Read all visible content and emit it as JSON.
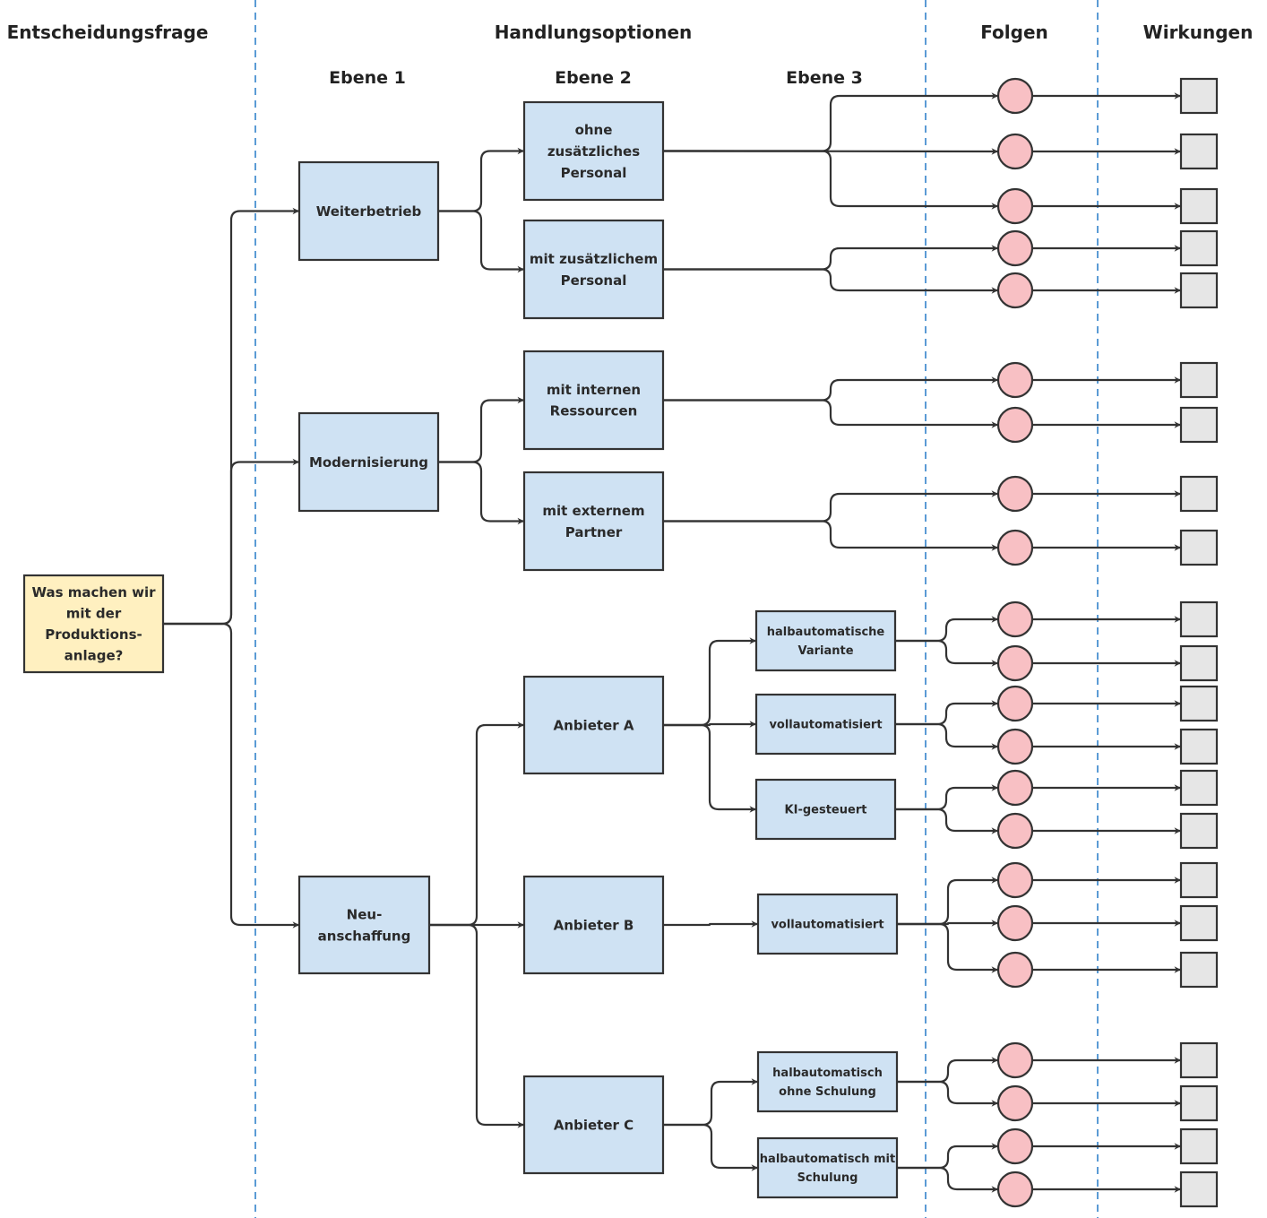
{
  "headers": {
    "question": "Entscheidungsfrage",
    "options": "Handlungsoptionen",
    "consequences": "Folgen",
    "effects": "Wirkungen"
  },
  "levels": {
    "l1": "Ebene 1",
    "l2": "Ebene 2",
    "l3": "Ebene 3"
  },
  "colors": {
    "question_fill": "#fff0c0",
    "option_fill": "#cfe2f3",
    "circle_fill": "#f8c0c4",
    "square_fill": "#e6e6e6",
    "stroke": "#333333",
    "separator": "#5b9bd5"
  },
  "question": {
    "lines": [
      "Was machen wir",
      "mit der",
      "Produktions-",
      "anlage?"
    ]
  },
  "level1": [
    {
      "id": "weiterbetrieb",
      "lines": [
        "Weiterbetrieb"
      ]
    },
    {
      "id": "modernisierung",
      "lines": [
        "Modernisierung"
      ]
    },
    {
      "id": "neuanschaffung",
      "lines": [
        "Neu-",
        "anschaffung"
      ]
    }
  ],
  "level2": [
    {
      "id": "ohne-personal",
      "lines": [
        "ohne",
        "zusätzliches",
        "Personal"
      ],
      "consequences": 3
    },
    {
      "id": "mit-personal",
      "lines": [
        "mit zusätzlichem",
        "Personal"
      ],
      "consequences": 2
    },
    {
      "id": "interne-ressourcen",
      "lines": [
        "mit internen",
        "Ressourcen"
      ],
      "consequences": 2
    },
    {
      "id": "externer-partner",
      "lines": [
        "mit externem",
        "Partner"
      ],
      "consequences": 2
    },
    {
      "id": "anbieter-a",
      "lines": [
        "Anbieter A"
      ]
    },
    {
      "id": "anbieter-b",
      "lines": [
        "Anbieter B"
      ]
    },
    {
      "id": "anbieter-c",
      "lines": [
        "Anbieter C"
      ]
    }
  ],
  "level3": [
    {
      "id": "a-halbautomatisch",
      "lines": [
        "halbautomatische",
        "Variante"
      ],
      "consequences": 2
    },
    {
      "id": "a-vollautomatisiert",
      "lines": [
        "vollautomatisiert"
      ],
      "consequences": 2
    },
    {
      "id": "a-ki",
      "lines": [
        "KI-gesteuert"
      ],
      "consequences": 2
    },
    {
      "id": "b-vollautomatisiert",
      "lines": [
        "vollautomatisiert"
      ],
      "consequences": 3
    },
    {
      "id": "c-ohne-schulung",
      "lines": [
        "halbautomatisch",
        "ohne Schulung"
      ],
      "consequences": 2
    },
    {
      "id": "c-mit-schulung",
      "lines": [
        "halbautomatisch mit",
        "Schulung"
      ],
      "consequences": 2
    }
  ]
}
